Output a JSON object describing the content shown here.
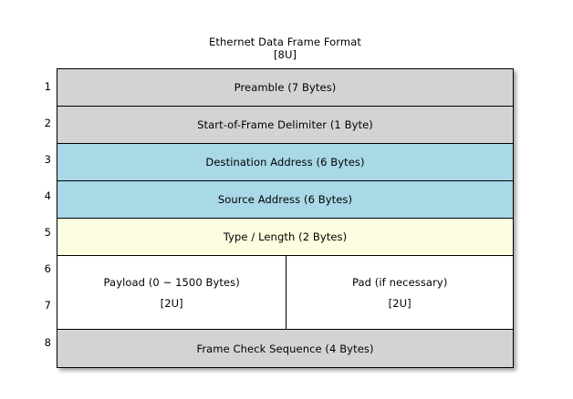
{
  "title": {
    "main": "Ethernet Data Frame Format",
    "sub": "[8U]"
  },
  "row_numbers": [
    "1",
    "2",
    "3",
    "4",
    "5",
    "6",
    "7",
    "8"
  ],
  "colors": {
    "gray": "#d3d3d3",
    "blue": "#a9d8e7",
    "yellow": "#fdfddf",
    "white": "#ffffff",
    "border": "#000000",
    "text": "#000000"
  },
  "rows": [
    {
      "number": "1",
      "label": "Preamble (7 Bytes)",
      "fill": "gray"
    },
    {
      "number": "2",
      "label": "Start-of-Frame Delimiter (1 Byte)",
      "fill": "gray"
    },
    {
      "number": "3",
      "label": "Destination Address (6 Bytes)",
      "fill": "blue"
    },
    {
      "number": "4",
      "label": "Source Address (6 Bytes)",
      "fill": "blue"
    },
    {
      "number": "5",
      "label": "Type / Length (2 Bytes)",
      "fill": "yellow"
    },
    {
      "number": "6-7",
      "fill": "white",
      "split": [
        {
          "label": "Payload (0 ~ 1500 Bytes)",
          "sublabel": "[2U]"
        },
        {
          "label": "Pad (if necessary)",
          "sublabel": "[2U]"
        }
      ]
    },
    {
      "number": "8",
      "label": "Frame Check Sequence (4 Bytes)",
      "fill": "gray"
    }
  ]
}
